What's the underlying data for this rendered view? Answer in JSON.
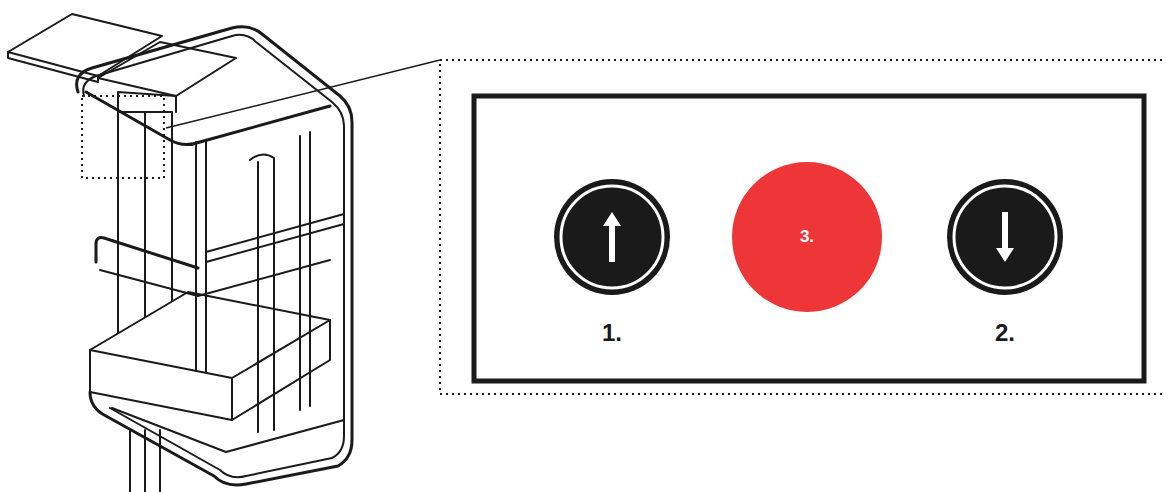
{
  "diagram": {
    "nodes": [
      {
        "text": [
          "3."
        ]
      }
    ],
    "labels": [
      "1.",
      "2."
    ]
  }
}
